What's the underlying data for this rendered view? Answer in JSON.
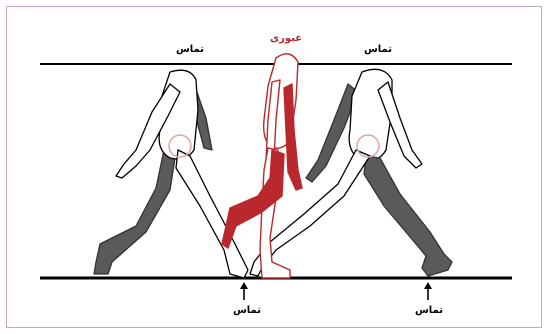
{
  "labels": {
    "contact_left_top": "تماس",
    "contact_right_top": "تماس",
    "passing_top": "عبوری",
    "contact_bottom_mid": "تماس",
    "contact_bottom_right": "تماس"
  },
  "colors": {
    "frame_border": "#c9a6cf",
    "outline": "#000000",
    "back_limb": "#5a5a5a",
    "passing_red": "#b8282c",
    "hip_circle": "#d8a8a0"
  }
}
